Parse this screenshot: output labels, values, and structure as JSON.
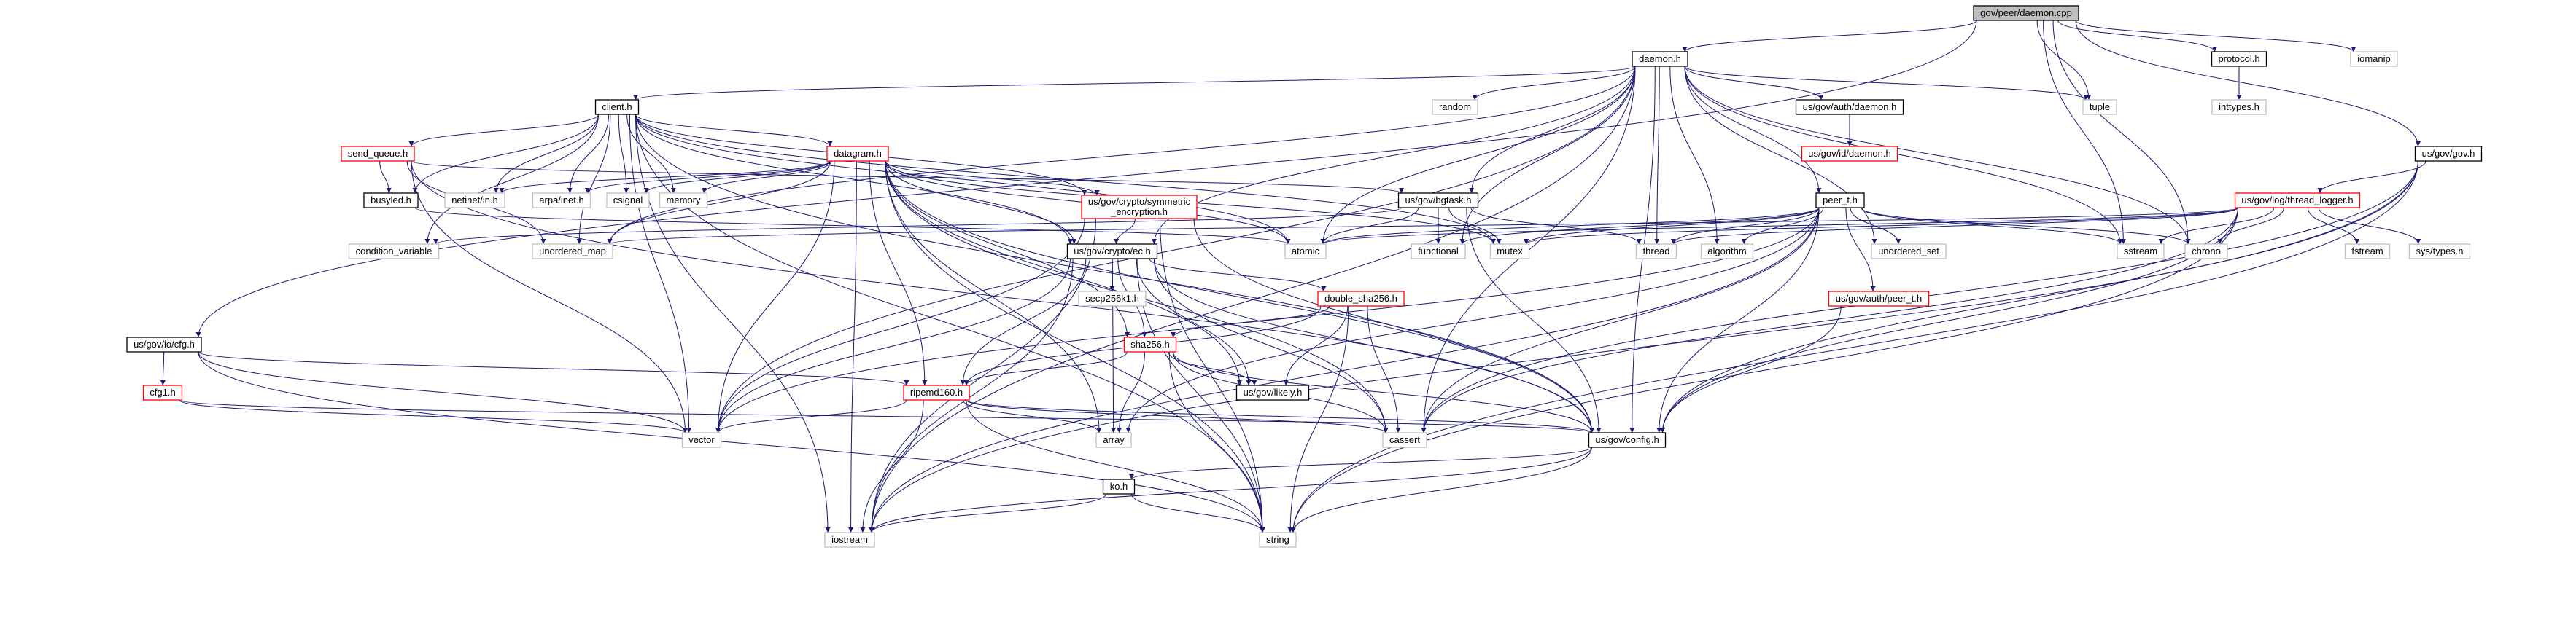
{
  "colors": {
    "edge": "#191970",
    "root_fill": "#bfbfbf",
    "truncated_border": "#ff0000",
    "system_border": "#bfbfbf",
    "normal_border": "#000000"
  },
  "nodes": {
    "root": "gov/peer/daemon.cpp",
    "daemon_h": "daemon.h",
    "protocol_h": "protocol.h",
    "iomanip": "iomanip",
    "inttypes_h": "inttypes.h",
    "gov_h": "us/gov/gov.h",
    "random": "random",
    "tuple": "tuple",
    "client_h": "client.h",
    "auth_daemon_h": "us/gov/auth/daemon.h",
    "id_daemon_h": "us/gov/id/daemon.h",
    "thread_logger_h": "us/gov/log/thread_logger.h",
    "send_queue_h": "send_queue.h",
    "datagram_h": "datagram.h",
    "symmetric_h": "us/gov/crypto/symmetric\n_encryption.h",
    "bgtask_h": "us/gov/bgtask.h",
    "peer_t_h": "peer_t.h",
    "busyled_h": "busyled.h",
    "netinet_h": "netinet/in.h",
    "arpa_h": "arpa/inet.h",
    "csignal": "csignal",
    "memory": "memory",
    "condition_variable": "condition_variable",
    "unordered_map": "unordered_map",
    "atomic": "atomic",
    "functional": "functional",
    "mutex": "mutex",
    "thread": "thread",
    "algorithm": "algorithm",
    "unordered_set": "unordered_set",
    "sstream": "sstream",
    "chrono": "chrono",
    "fstream": "fstream",
    "sys_types_h": "sys/types.h",
    "ec_h": "us/gov/crypto/ec.h",
    "secp_h": "secp256k1.h",
    "double_sha_h": "double_sha256.h",
    "auth_peer_t_h": "us/gov/auth/peer_t.h",
    "cfg_h": "us/gov/io/cfg.h",
    "cfg1_h": "cfg1.h",
    "sha256_h": "sha256.h",
    "likely_h": "us/gov/likely.h",
    "ripemd_h": "ripemd160.h",
    "vector": "vector",
    "array": "array",
    "cassert": "cassert",
    "config_h": "us/gov/config.h",
    "ko_h": "ko.h",
    "iostream": "iostream",
    "string": "string"
  }
}
